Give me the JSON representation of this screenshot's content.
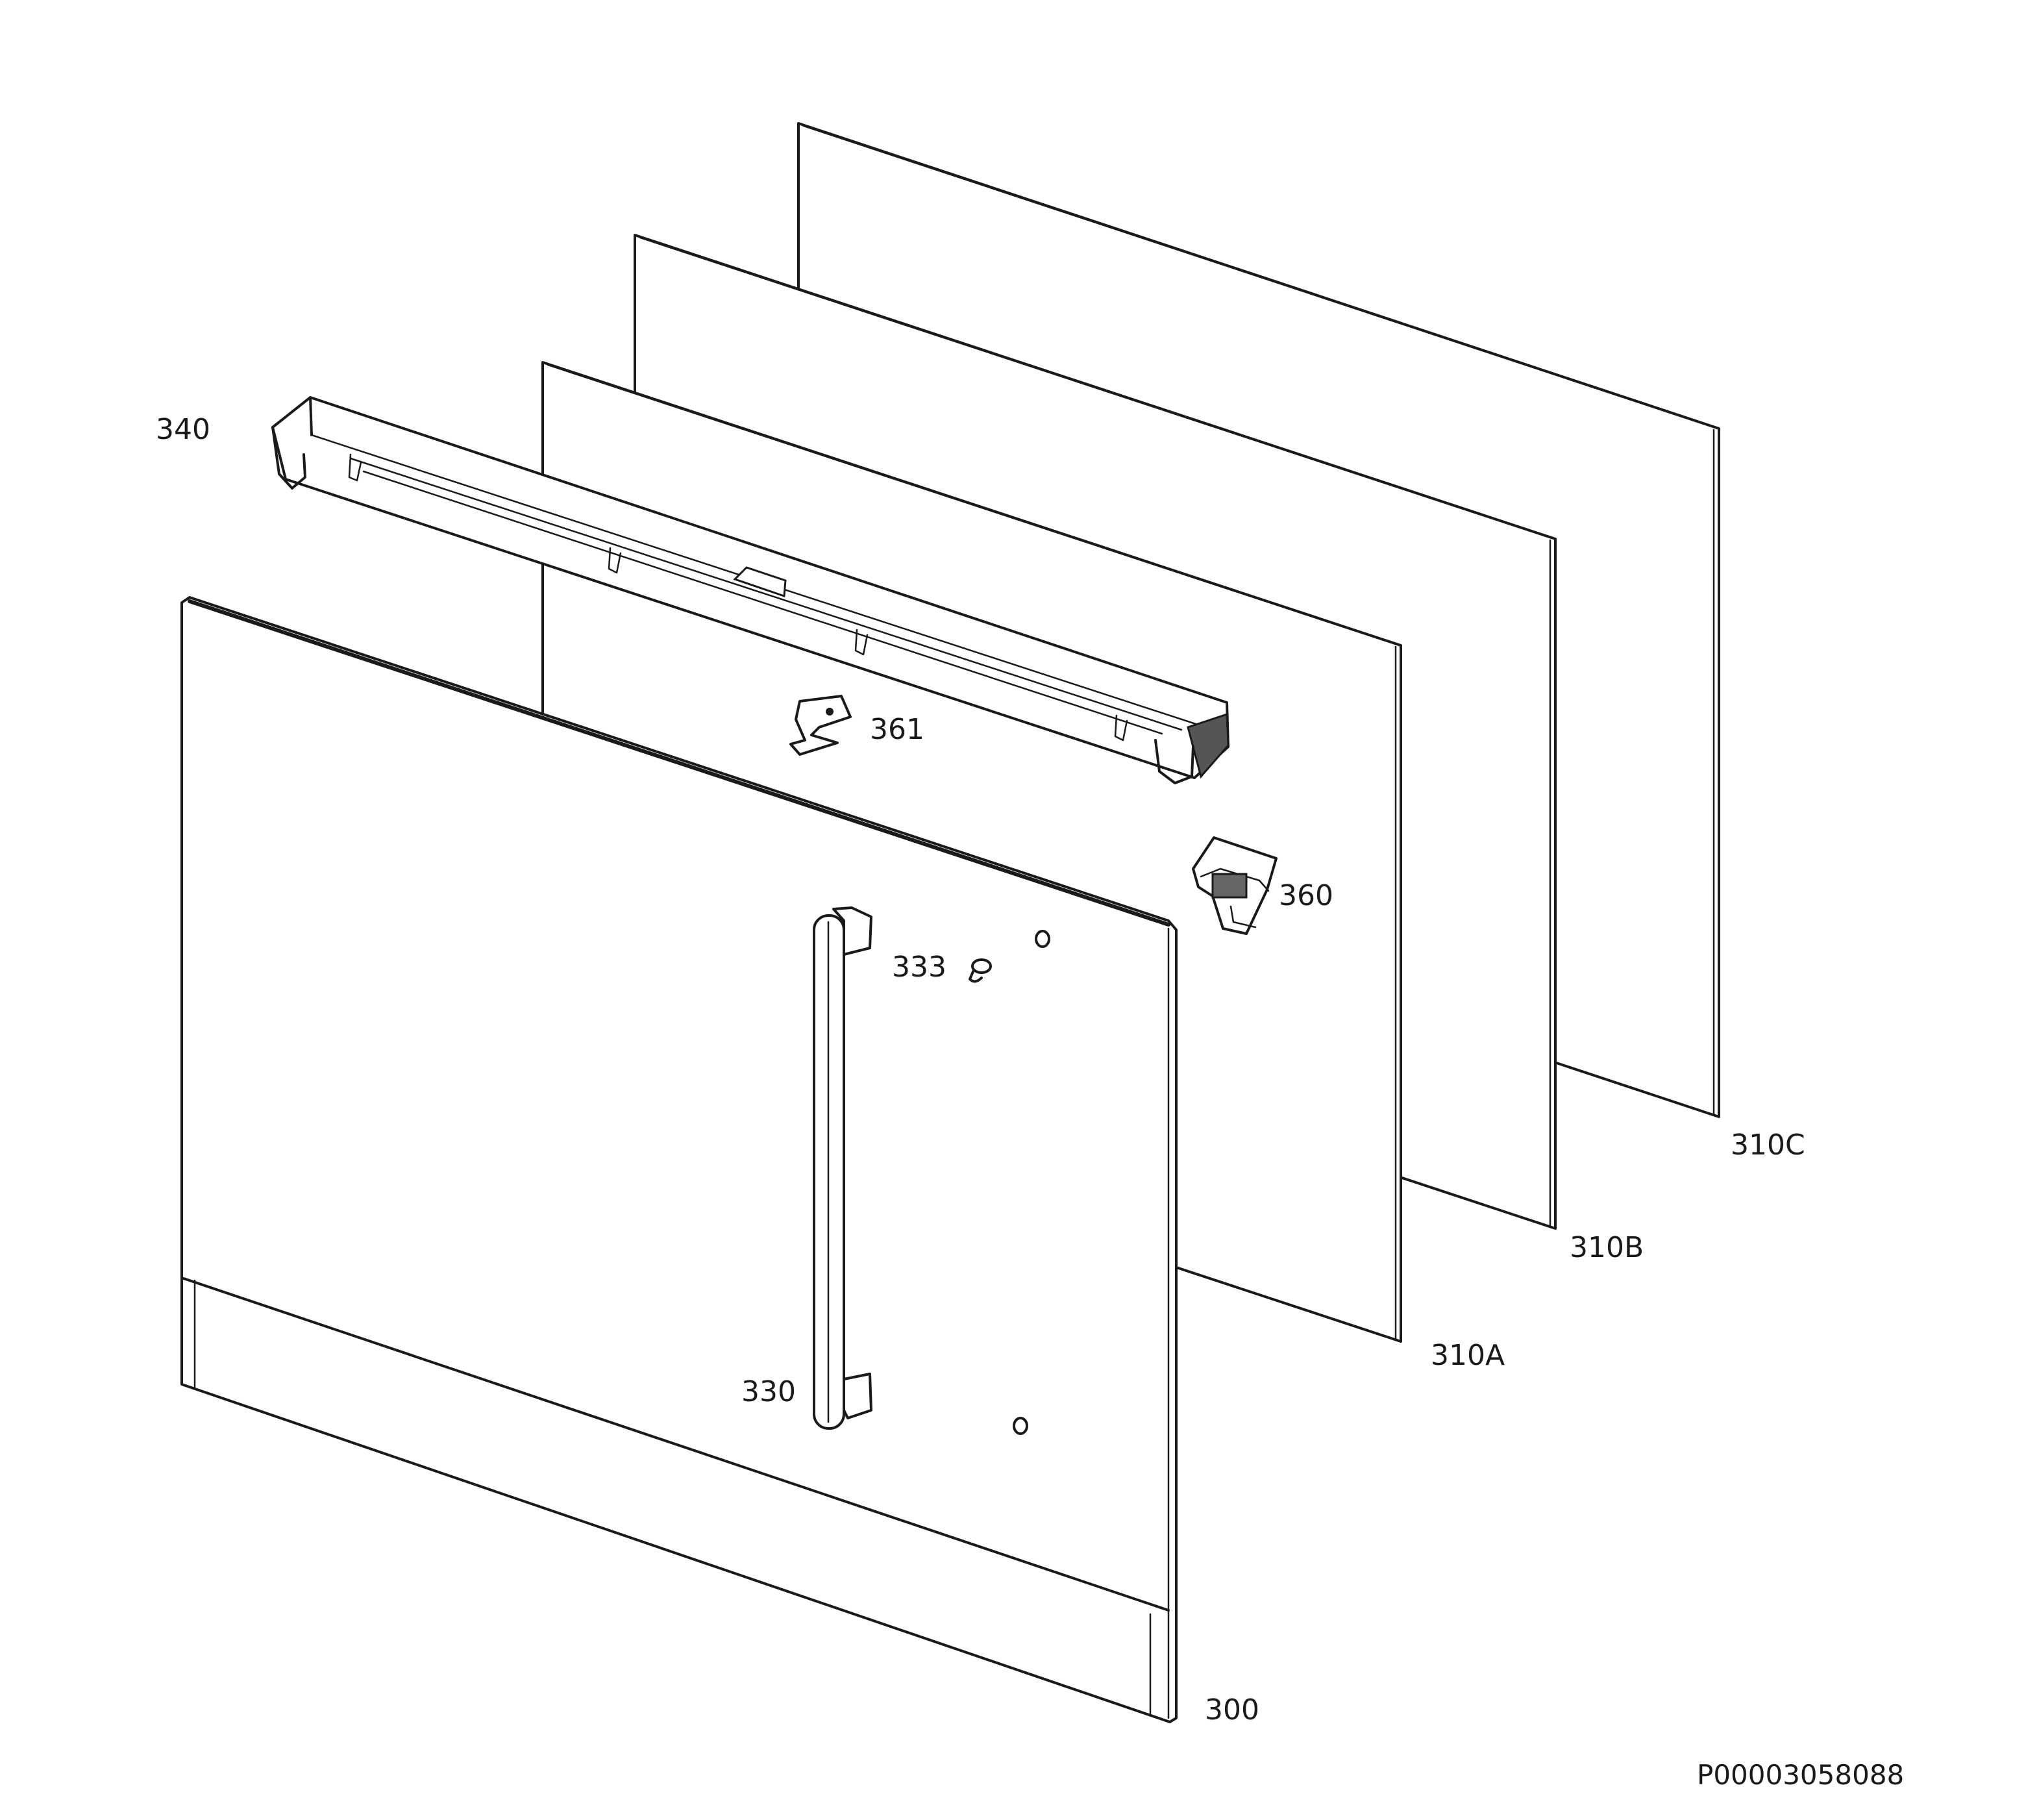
{
  "labels": {
    "p340": "340",
    "p361": "361",
    "p360": "360",
    "p333": "333",
    "p330": "330",
    "p310A": "310A",
    "p310B": "310B",
    "p310C": "310C",
    "p300": "300"
  },
  "reference": "P00003058088"
}
